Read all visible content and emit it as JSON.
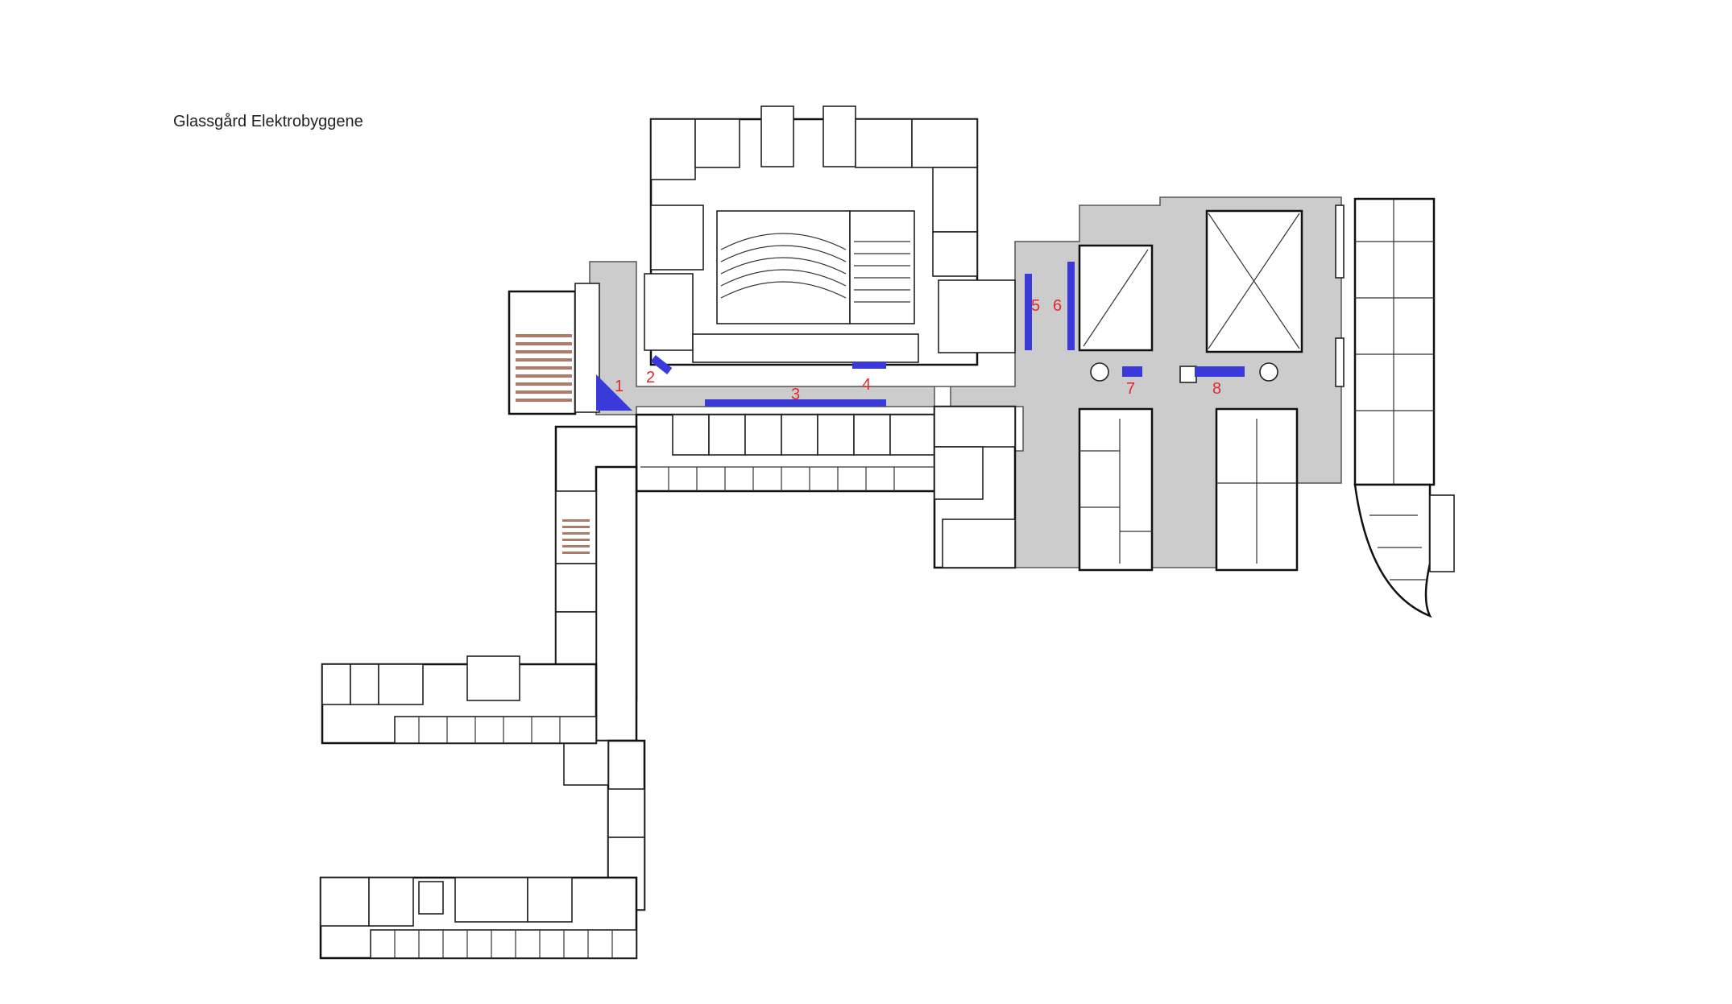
{
  "title": "Glassgård Elektrobyggene",
  "colors": {
    "marker": "#3a3adb",
    "label": "#e02a2a",
    "corridor": "#cccccc"
  },
  "markers": [
    {
      "id": "1",
      "label": "1"
    },
    {
      "id": "2",
      "label": "2"
    },
    {
      "id": "3",
      "label": "3"
    },
    {
      "id": "4",
      "label": "4"
    },
    {
      "id": "5",
      "label": "5"
    },
    {
      "id": "6",
      "label": "6"
    },
    {
      "id": "7",
      "label": "7"
    },
    {
      "id": "8",
      "label": "8"
    }
  ]
}
